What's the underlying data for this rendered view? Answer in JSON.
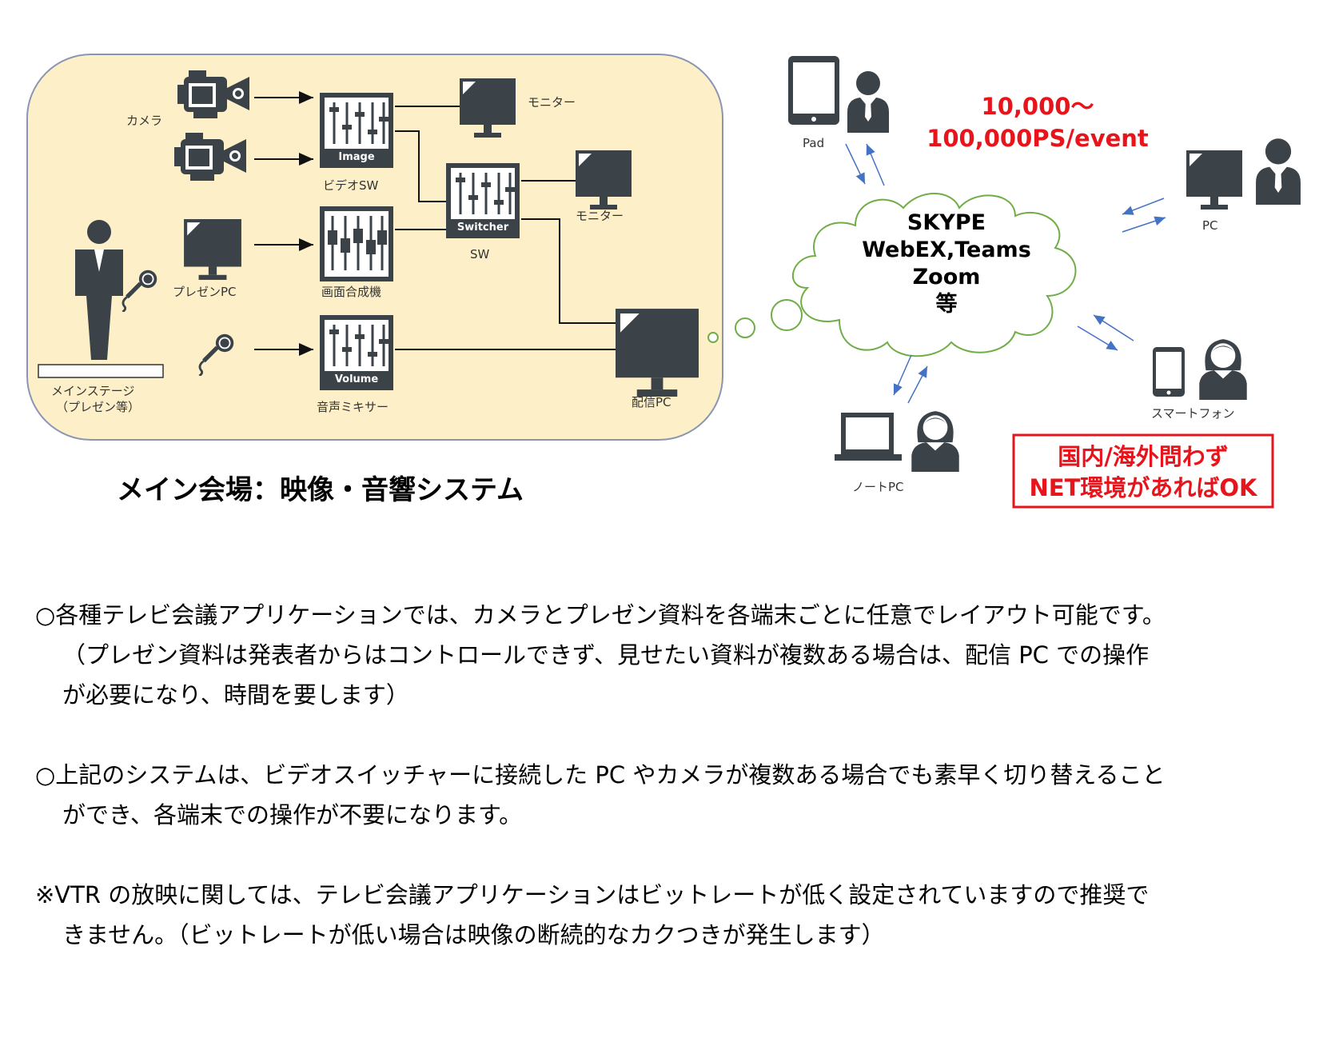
{
  "diagram": {
    "labels": {
      "camera": "カメラ",
      "video_sw": "ビデオSW",
      "monitor1": "モニター",
      "monitor2": "モニター",
      "sw": "SW",
      "presen_pc": "プレゼンPC",
      "compositor": "画面合成機",
      "stage_line1": "メインステージ",
      "stage_line2": "（プレゼン等）",
      "mixer": "音声ミキサー",
      "stream_pc": "配信PC"
    },
    "device_labels": {
      "image": "Image",
      "switcher": "Switcher",
      "volume": "Volume"
    },
    "main_title": "メイン会場：映像・音響システム",
    "cloud": {
      "line1": "SKYPE",
      "line2": "WebEX,Teams",
      "line3": "Zoom",
      "line4": "等"
    },
    "capacity": {
      "line1": "10,000～",
      "line2": "100,000PS/event"
    },
    "clients": {
      "pad": "Pad",
      "pc": "PC",
      "smartphone": "スマートフォン",
      "notepc": "ノートPC"
    },
    "network_box": {
      "line1": "国内/海外問わず",
      "line2": "NET環境があればOK"
    },
    "colors": {
      "panel_bg": "#fdf0c8",
      "panel_border": "#8a95b5",
      "device": "#3b4248",
      "cloud_stroke": "#70ad47",
      "arrow_blue": "#4472c4",
      "red": "#e8141b"
    }
  },
  "notes": {
    "p1": {
      "line1": "○各種テレビ会議アプリケーションでは、カメラとプレゼン資料を各端末ごとに任意でレイアウト可能です。",
      "line2": "（プレゼン資料は発表者からはコントロールできず、見せたい資料が複数ある場合は、配信 PC での操作",
      "line3": "が必要になり、時間を要します）"
    },
    "p2": {
      "line1": "○上記のシステムは、ビデオスイッチャーに接続した PC やカメラが複数ある場合でも素早く切り替えること",
      "line2": "ができ、各端末での操作が不要になります。"
    },
    "p3": {
      "line1": "※VTR の放映に関しては、テレビ会議アプリケーションはビットレートが低く設定されていますので推奨で",
      "line2": "きません。（ビットレートが低い場合は映像の断続的なカクつきが発生します）"
    }
  }
}
